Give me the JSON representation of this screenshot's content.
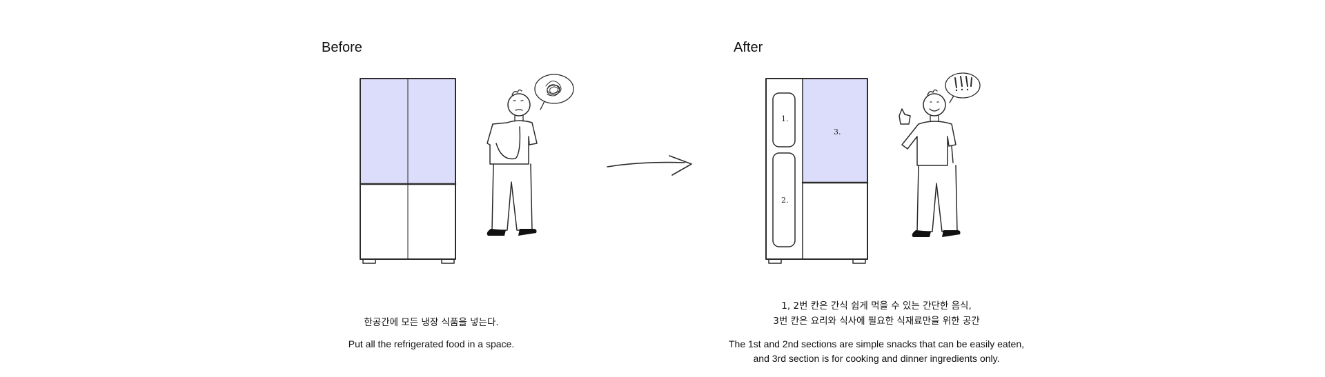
{
  "before": {
    "heading": "Before",
    "caption_ko": "한공간에 모든 냉장 식품을 넣는다.",
    "caption_en": "Put all the refrigerated food in a space."
  },
  "after": {
    "heading": "After",
    "section_labels": [
      "1.",
      "2.",
      "3."
    ],
    "caption_ko": [
      "1, 2번 칸은 간식 쉽게 먹을 수 있는 간단한 음식,",
      "3번 칸은 요리와 식사에 필요한 식재료만을 위한 공간"
    ],
    "caption_en": [
      "The 1st and 2nd sections are simple snacks that can be easily eaten,",
      "and 3rd section is for cooking and dinner ingredients only."
    ]
  },
  "colors": {
    "highlight": "#dcdcfb",
    "ink": "#2a2a2a"
  },
  "icons": {
    "thought_before": "tangled-scribble-icon",
    "thought_after": "exclamation-marks-icon"
  }
}
